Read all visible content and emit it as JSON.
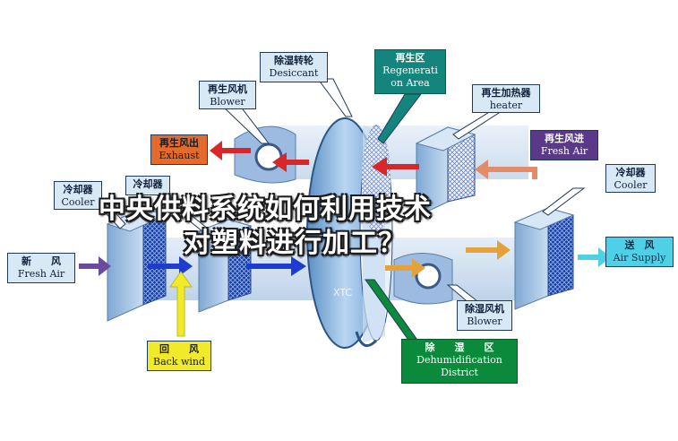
{
  "title": {
    "line1": "中央供料系统如何利用技术",
    "line2": "对塑料进行加工？"
  },
  "labels": {
    "desiccant": {
      "cn": "除湿转轮",
      "en": "Desiccant"
    },
    "regen_area": {
      "cn": "再生区",
      "en": "Regenerati",
      "en2": "on Area"
    },
    "regen_blower": {
      "cn": "再生风机",
      "en": "Blower"
    },
    "regen_heater": {
      "cn": "再生加热器",
      "en": "heater"
    },
    "regen_exhaust": {
      "cn": "再生风出",
      "en": "Exhaust"
    },
    "regen_fresh_air": {
      "cn": "再生风进",
      "en": "Fresh Air"
    },
    "cooler_left": {
      "cn": "冷却器",
      "en": "Cooler"
    },
    "cooler_mid": {
      "cn": "冷却器"
    },
    "cooler_right": {
      "cn": "冷却器",
      "en": "Cooler"
    },
    "fresh_air": {
      "cn": "新　　风",
      "en": "Fresh Air"
    },
    "air_supply": {
      "cn": "送　风",
      "en": "Air Supply"
    },
    "dehum_blower": {
      "cn": "除湿风机",
      "en": "Blower"
    },
    "back_wind": {
      "cn": "回　　风",
      "en": "Back wind"
    },
    "dehum_district": {
      "cn": "除　　湿　　区",
      "en": "Dehumidification",
      "en2": "District"
    }
  },
  "watermark": "XTC",
  "colors": {
    "label_blue": "#d8e8f5",
    "regen_teal": "#14857c",
    "exhaust_orange": "#e36b2b",
    "fresh_purple": "#5a3a88",
    "supply_cyan": "#4ed0e6",
    "back_yellow": "#f0ea2a",
    "dehum_green": "#0c8a3c",
    "arrow_red": "#d8262a",
    "arrow_blue": "#1e3cd0",
    "arrow_orange": "#e6a23a",
    "arrow_salmon": "#e48c6a"
  }
}
